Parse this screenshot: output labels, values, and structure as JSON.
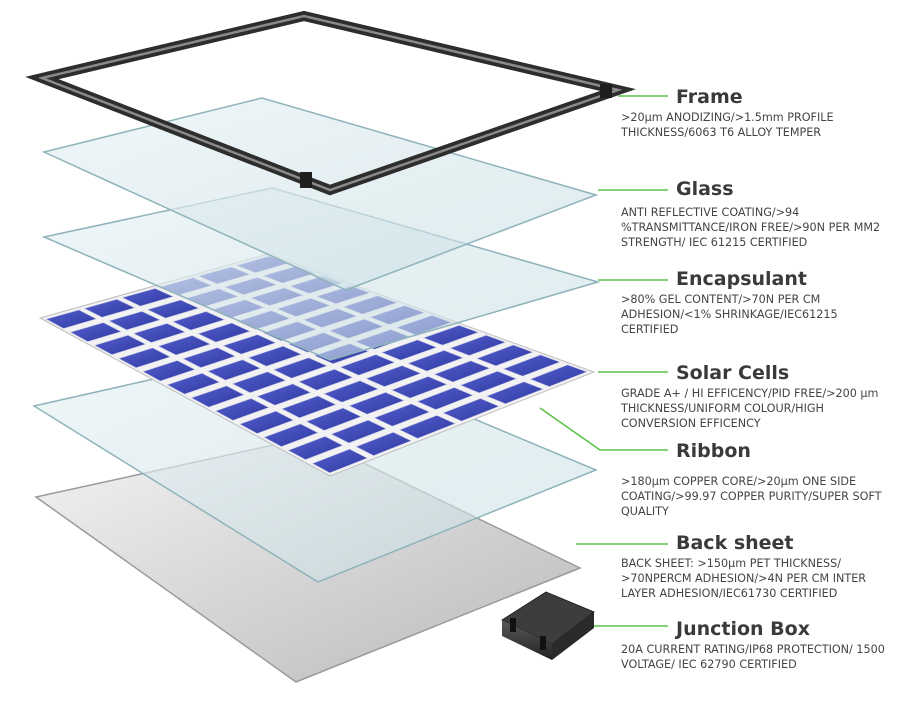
{
  "layers": [
    {
      "title": "Frame",
      "description": ">20µm ANODIZING/>1.5mm PROFILE THICKNESS/6063 T6 ALLOY TEMPER"
    },
    {
      "title": "Glass",
      "description": "ANTI REFLECTIVE COATING/>94 %TRANSMITTANCE/IRON FREE/>90N PER MM2 STRENGTH/ IEC 61215 CERTIFIED"
    },
    {
      "title": "Encapsulant",
      "description": ">80% GEL CONTENT/>70N PER CM ADHESION/<1% SHRINKAGE/IEC61215 CERTIFIED"
    },
    {
      "title": "Solar Cells",
      "description": "GRADE A+ / HI EFFICENCY/PID FREE/>200 µm THICKNESS/UNIFORM COLOUR/HIGH CONVERSION EFFICENCY"
    },
    {
      "title": "Ribbon",
      "description": ">180µm COPPER CORE/>20µm ONE SIDE COATING/>99.97 COPPER PURITY/SUPER SOFT QUALITY"
    },
    {
      "title": "Back sheet",
      "description": "BACK SHEET: >150µm PET THICKNESS/ >70NPERCM ADHESION/>4N PER CM INTER LAYER ADHESION/IEC61730 CERTIFIED"
    },
    {
      "title": "Junction Box",
      "description": "20A CURRENT RATING/IP68 PROTECTION/ 1500 VOLTAGE/ IEC 62790 CERTIFIED"
    }
  ],
  "colors": {
    "leader_line": "#5cc24a",
    "title_text": "#3a3a3a",
    "cell_blue": "#3f48b8",
    "frame_dark": "#3a3a3a"
  }
}
